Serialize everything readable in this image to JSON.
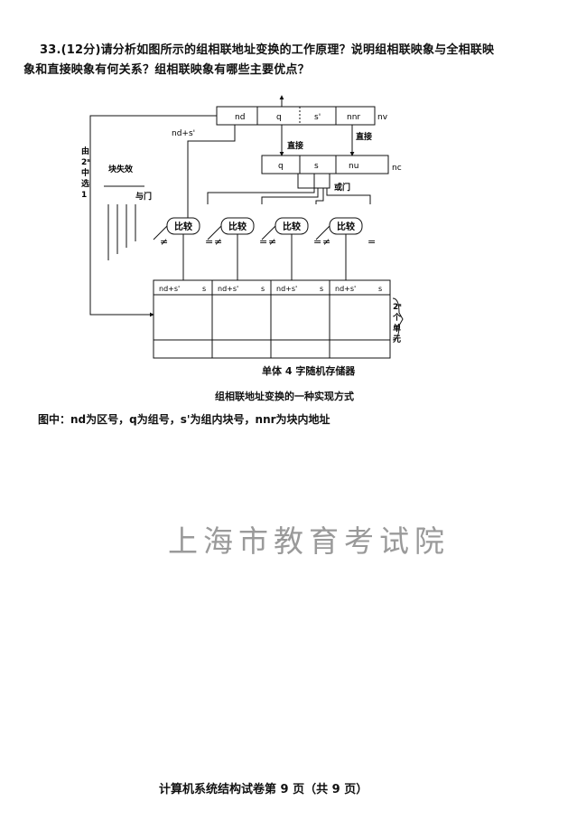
{
  "question": {
    "line1": "33.(12分)请分析如图所示的组相联地址变换的工作原理？说明组相联映象与全相联映",
    "line2": "象和直接映象有何关系？组相联映象有哪些主要优点？"
  },
  "diagram": {
    "top_fields": [
      "nd",
      "q",
      "s'",
      "nnr",
      "nv"
    ],
    "bottom_fields": [
      "q",
      "s",
      "nu",
      "nc"
    ],
    "direct_left": "直接",
    "direct_right": "直接",
    "feed_label": "nd+s'",
    "left_vertical": [
      "由",
      "2ˢ",
      "中",
      "选",
      "1"
    ],
    "block_fail": "块失效",
    "and_gate": "与门",
    "or_gate": "或门",
    "compare": "比较",
    "neq": "≠",
    "eq": "=",
    "mem_header": [
      "nd+s'",
      "s",
      "nd+s'",
      "s",
      "nd+s'",
      "s",
      "nd+s'",
      "s"
    ],
    "units_label": [
      "2ˢ",
      "个",
      "单",
      "元"
    ]
  },
  "memory_caption": "单体 4 字随机存储器",
  "figure_caption": "组相联地址变换的一种实现方式",
  "legend": "图中：nd为区号，q为组号，s'为组内块号，nnr为块内地址",
  "watermark": "上海市教育考试院",
  "footer": "计算机系统结构试卷第 9 页（共 9 页）"
}
